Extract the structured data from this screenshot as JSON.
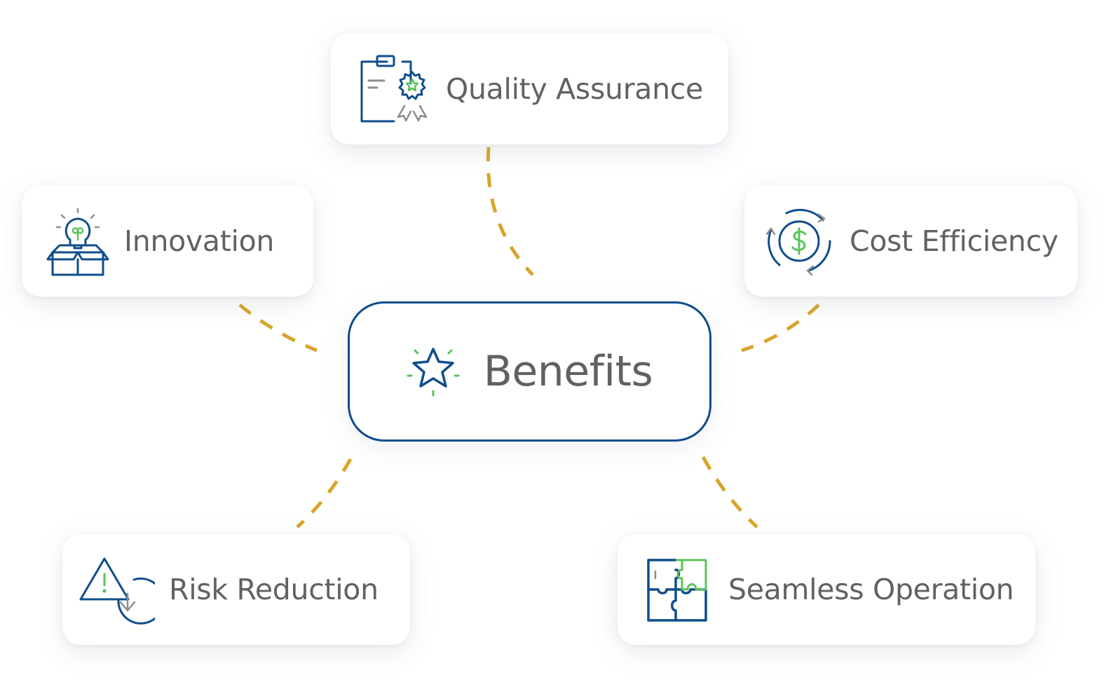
{
  "center": {
    "title": "Benefits",
    "icon": "star-icon"
  },
  "benefits": [
    {
      "label": "Quality Assurance",
      "icon": "clipboard-award-icon"
    },
    {
      "label": "Innovation",
      "icon": "lightbulb-box-icon"
    },
    {
      "label": "Cost Efficiency",
      "icon": "dollar-cycle-icon"
    },
    {
      "label": "Risk Reduction",
      "icon": "warning-down-icon"
    },
    {
      "label": "Seamless Operation",
      "icon": "puzzle-icon"
    }
  ],
  "colors": {
    "primary": "#0f4d8c",
    "accent": "#58c35a",
    "connector": "#d9a42b",
    "text": "#5f6265",
    "icon_gray": "#8a8d91"
  }
}
